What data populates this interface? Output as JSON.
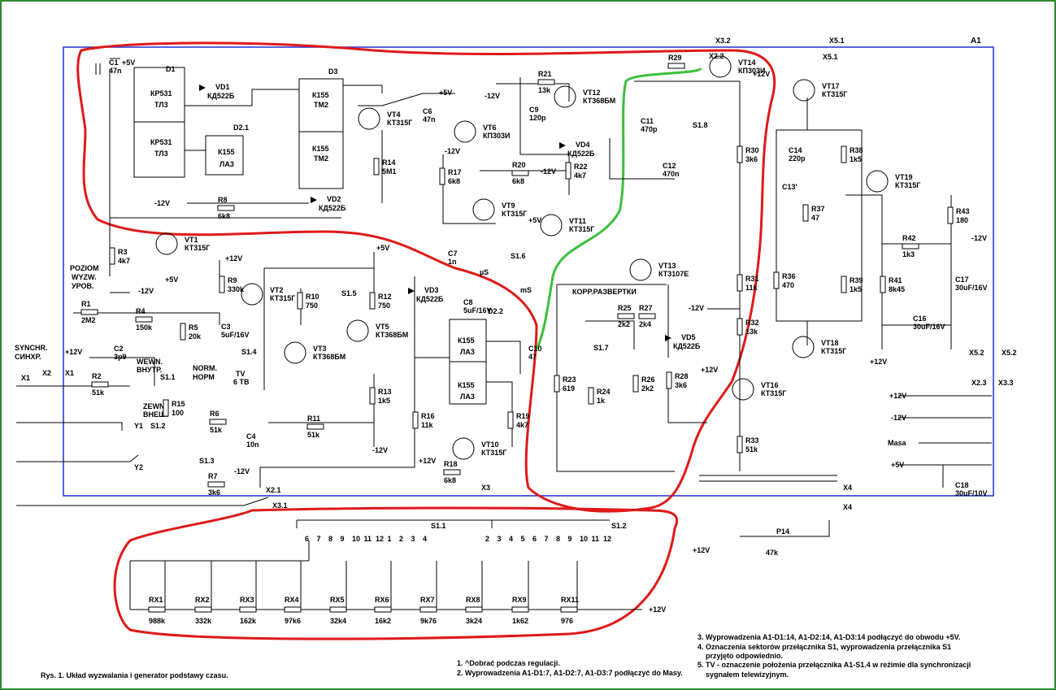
{
  "figure": {
    "caption": "Rys. 1. Układ wyzwalania i generator podstawy czasu.",
    "notes_left": [
      "1. ^Dobrać podczas regulacji.",
      "2. Wyprowadzenia A1-D1:7, A1-D2:7, A1-D3:7 podłączyć do Masy."
    ],
    "notes_right": [
      "3. Wyprowadzenia A1-D1:14, A1-D2:14, A1-D3:14 podłączyć do obwodu +5V.",
      "4. Oznaczenia sektorów przełącznika S1, wyprowadzenia przełącznika S1",
      "przyjęto odpowiednio.",
      "5. TV - oznaczenie położenia przełącznika A1-S1.4 w reżimie dla synchronizacji",
      "sygnałem telewizyjnym."
    ],
    "board_label": "A1"
  },
  "ics": {
    "D1a": {
      "ref": "D1",
      "type": "КР531",
      "sub": "ТЛ3"
    },
    "D1b": {
      "type": "КР531",
      "sub": "ТЛ3"
    },
    "D2_1": {
      "ref": "D2.1",
      "type": "К155",
      "sub": "ЛА3"
    },
    "D3a": {
      "ref": "D3",
      "type": "К155",
      "sub": "ТМ2"
    },
    "D3b": {
      "type": "К155",
      "sub": "ТМ2"
    },
    "D2_2": {
      "ref": "D2.2",
      "type": "К155",
      "sub": "ЛА3"
    }
  },
  "transistors": [
    {
      "ref": "VT1",
      "type": "КТ315Г"
    },
    {
      "ref": "VT2",
      "type": "КТ315Г"
    },
    {
      "ref": "VT3",
      "type": "КТ368БМ"
    },
    {
      "ref": "VT4",
      "type": "КТ315Г"
    },
    {
      "ref": "VT5",
      "type": "КТ368БМ"
    },
    {
      "ref": "VT6",
      "type": "КП303И"
    },
    {
      "ref": "VT9",
      "type": "КТ315Г"
    },
    {
      "ref": "VT10",
      "type": "КТ315Г"
    },
    {
      "ref": "VT11",
      "type": "КТ315Г"
    },
    {
      "ref": "VT12",
      "type": "КТ368БМ"
    },
    {
      "ref": "VT13",
      "type": "КТ3107Е"
    },
    {
      "ref": "VT14",
      "type": "КП303И"
    },
    {
      "ref": "VT16",
      "type": "КТ315Г"
    },
    {
      "ref": "VT17",
      "type": "КТ315Г"
    },
    {
      "ref": "VT18",
      "type": "КТ315Г"
    },
    {
      "ref": "VT19",
      "type": "КТ315Г"
    }
  ],
  "resistors": [
    {
      "ref": "R1",
      "val": "2M2"
    },
    {
      "ref": "R2",
      "val": "51k"
    },
    {
      "ref": "R3",
      "val": "4k7"
    },
    {
      "ref": "R4",
      "val": "150k"
    },
    {
      "ref": "R5",
      "val": "20k"
    },
    {
      "ref": "R6",
      "val": "51k"
    },
    {
      "ref": "R7",
      "val": "3k6"
    },
    {
      "ref": "R8",
      "val": "6k8"
    },
    {
      "ref": "R9",
      "val": "330k"
    },
    {
      "ref": "R10",
      "val": "750"
    },
    {
      "ref": "R11",
      "val": "51k"
    },
    {
      "ref": "R12",
      "val": "750"
    },
    {
      "ref": "R13",
      "val": "1k5"
    },
    {
      "ref": "R14",
      "val": "5M1"
    },
    {
      "ref": "R15",
      "val": "100"
    },
    {
      "ref": "R16",
      "val": "11k"
    },
    {
      "ref": "R17",
      "val": "6k8"
    },
    {
      "ref": "R18",
      "val": "6k8"
    },
    {
      "ref": "R19",
      "val": "4k7"
    },
    {
      "ref": "R20",
      "val": "6k8"
    },
    {
      "ref": "R21",
      "val": "13k"
    },
    {
      "ref": "R22",
      "val": "4k7"
    },
    {
      "ref": "R23",
      "val": "619"
    },
    {
      "ref": "R24",
      "val": "1k"
    },
    {
      "ref": "R25",
      "val": "2k2"
    },
    {
      "ref": "R26",
      "val": "2k2"
    },
    {
      "ref": "R27",
      "val": "2k4"
    },
    {
      "ref": "R28",
      "val": "3k6"
    },
    {
      "ref": "R29",
      "val": ""
    },
    {
      "ref": "R30",
      "val": "3k6"
    },
    {
      "ref": "R31",
      "val": "11k"
    },
    {
      "ref": "R32",
      "val": "13k"
    },
    {
      "ref": "R33",
      "val": "51k"
    },
    {
      "ref": "R36",
      "val": "470"
    },
    {
      "ref": "R37",
      "val": "47"
    },
    {
      "ref": "R38",
      "val": "1k5"
    },
    {
      "ref": "R39",
      "val": "1k5"
    },
    {
      "ref": "R41",
      "val": "8k45"
    },
    {
      "ref": "R42",
      "val": "1k3"
    },
    {
      "ref": "R43",
      "val": "180"
    }
  ],
  "capacitors": [
    {
      "ref": "C1",
      "val": "47n"
    },
    {
      "ref": "C2",
      "val": "3p9"
    },
    {
      "ref": "C3",
      "val": "5uF/16V"
    },
    {
      "ref": "C4",
      "val": "10n"
    },
    {
      "ref": "C6",
      "val": "47n"
    },
    {
      "ref": "C7",
      "val": "1n"
    },
    {
      "ref": "C8",
      "val": "5uF/16V"
    },
    {
      "ref": "C9",
      "val": "120p"
    },
    {
      "ref": "C10",
      "val": "47"
    },
    {
      "ref": "C11",
      "val": "470p"
    },
    {
      "ref": "C12",
      "val": "470n"
    },
    {
      "ref": "C13",
      "val": "C13'"
    },
    {
      "ref": "C14",
      "val": "220p"
    },
    {
      "ref": "C16",
      "val": "30uF/16V"
    },
    {
      "ref": "C17",
      "val": "30uF/16V"
    },
    {
      "ref": "C18",
      "val": "30uF/10V"
    }
  ],
  "diodes": [
    {
      "ref": "VD1",
      "val": "КД522Б"
    },
    {
      "ref": "VD2",
      "val": "КД522Б"
    },
    {
      "ref": "VD3",
      "val": "КД522Б"
    },
    {
      "ref": "VD4",
      "val": "КД522Б"
    },
    {
      "ref": "VD5",
      "val": "КД522Б"
    }
  ],
  "labels": {
    "poziom": "POZIOM",
    "wyzw": "WYZW.",
    "urov": "УРОВ.",
    "synchr": "SYNCHR.",
    "sinhr": "СИНХР.",
    "wewn": "WEWN.",
    "vnutr": "ВНУТР.",
    "zewn": "ZEWN.",
    "vnesh": "ВНЕШ.",
    "norm": "NORM.",
    "norm_ru": "НОРМ",
    "tv": "TV",
    "tv6": "6 ТВ",
    "korr": "КОРР.РАЗВЕРТКИ",
    "masa": "Masa",
    "us": "µS",
    "ms": "mS",
    "p14": "P14",
    "p14v": "47k",
    "y1": "Y1",
    "y2": "Y2"
  },
  "rails": {
    "p5": "+5V",
    "m12": "-12V",
    "p12": "+12V"
  },
  "connectors": {
    "x1": "X1",
    "x2": "X2",
    "x3": "X3",
    "x3_1": "X3.1",
    "x3_2": "X3.2",
    "x3_3": "X3.3",
    "x2_1": "X2.1",
    "x2_2": "X2.2",
    "x2_3": "X2.3",
    "x4": "X4",
    "x5_1": "X5.1",
    "x5_2": "X5.2"
  },
  "switches": {
    "s1_1": "S1.1",
    "s1_2": "S1.2",
    "s1_3": "S1.3",
    "s1_4": "S1.4",
    "s1_5": "S1.5",
    "s1_6": "S1.6",
    "s1_7": "S1.7",
    "s1_8": "S1.8"
  },
  "timing_resistors": [
    {
      "ref": "RX1",
      "val": "988k"
    },
    {
      "ref": "RX2",
      "val": "332k"
    },
    {
      "ref": "RX3",
      "val": "162k"
    },
    {
      "ref": "RX4",
      "val": "97k6"
    },
    {
      "ref": "RX5",
      "val": "32k4"
    },
    {
      "ref": "RX6",
      "val": "16k2"
    },
    {
      "ref": "RX7",
      "val": "9k76"
    },
    {
      "ref": "RX8",
      "val": "3k24"
    },
    {
      "ref": "RX9",
      "val": "1k62"
    },
    {
      "ref": "RX11",
      "val": "976"
    }
  ],
  "s1_1_pins": [
    "6",
    "7",
    "8",
    "9",
    "10",
    "11",
    "12",
    "1",
    "2",
    "3",
    "4"
  ],
  "s1_2_pins": [
    "2",
    "3",
    "4",
    "5",
    "6",
    "7",
    "8",
    "9",
    "10",
    "11",
    "12"
  ]
}
